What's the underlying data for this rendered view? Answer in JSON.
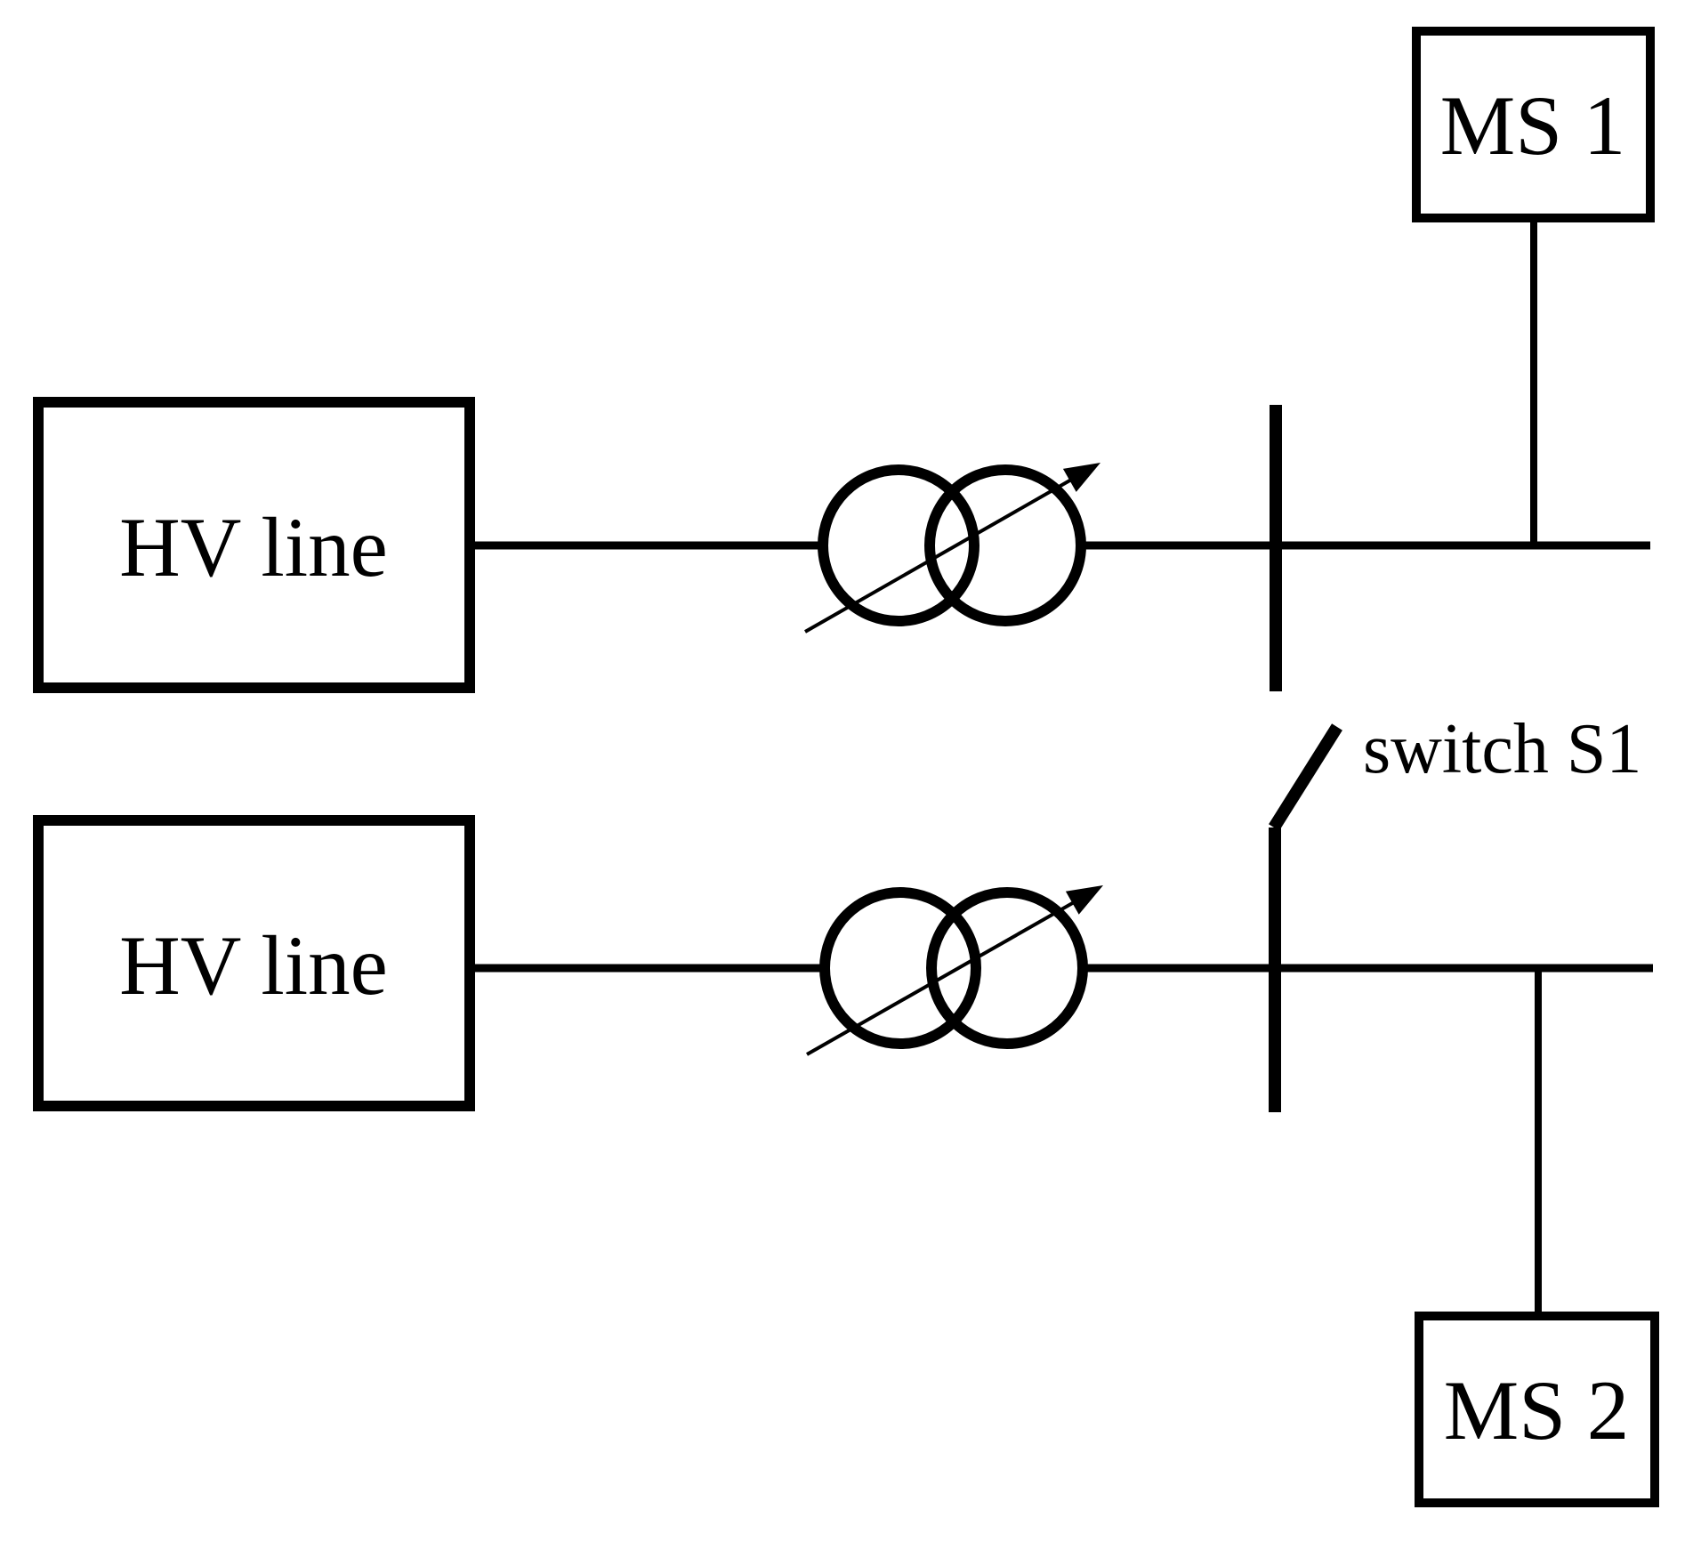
{
  "diagram": {
    "colors": {
      "stroke": "#000000",
      "background": "#ffffff"
    },
    "boxes": {
      "hv_line_top": "HV line",
      "hv_line_bottom": "HV line",
      "ms1": "MS 1",
      "ms2": "MS 2"
    },
    "switch_label": "switch S1",
    "icons": {
      "transformer_top": "two-winding-transformer-tap-changer-icon",
      "transformer_bottom": "two-winding-transformer-tap-changer-icon",
      "busbar_top": "busbar-icon",
      "busbar_bottom": "busbar-icon",
      "switch_blade": "open-switch-blade-icon"
    }
  }
}
